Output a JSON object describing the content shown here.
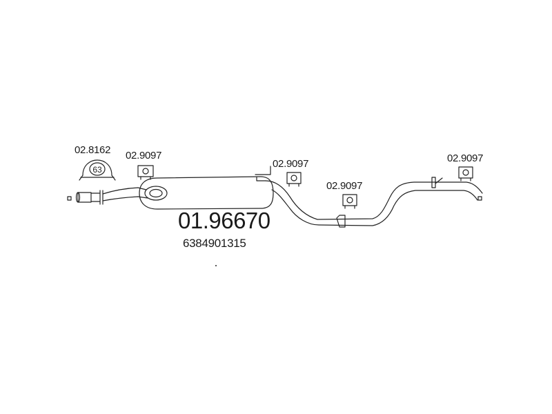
{
  "main_part": {
    "number": "01.96670",
    "oem_number": "6384901315"
  },
  "clamp": {
    "part_number": "02.8162",
    "size": "63"
  },
  "hangers": [
    {
      "part_number": "02.9097"
    },
    {
      "part_number": "02.9097"
    },
    {
      "part_number": "02.9097"
    },
    {
      "part_number": "02.9097"
    }
  ]
}
